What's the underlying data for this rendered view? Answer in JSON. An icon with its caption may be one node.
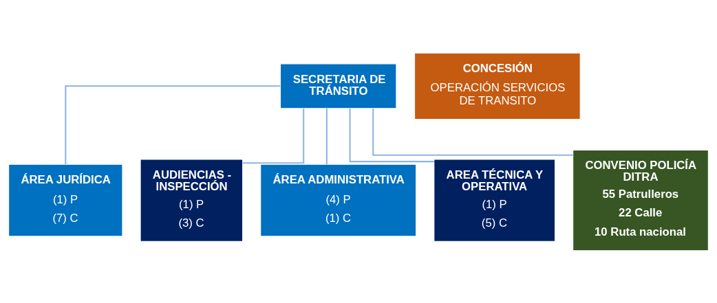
{
  "diagram": {
    "nodes": [
      {
        "text": [
          "SECRETARIA DE TRÁNSITO"
        ]
      },
      {
        "text": [
          "CONCESIÓN",
          "OPERACIÓN SERVICIOS DE TRANSITO"
        ]
      },
      {
        "text": [
          "ÁREA JURÍDICA",
          "(1) P",
          "(7) C"
        ]
      },
      {
        "text": [
          "AUDIENCIAS - INSPECCIÓN",
          "(1) P",
          "(3) C"
        ]
      },
      {
        "text": [
          "ÁREA ADMINISTRATIVA",
          "(4) P",
          "(1) C"
        ]
      },
      {
        "text": [
          "AREA TÉCNICA Y OPERATIVA",
          "(1) P",
          "(5) C"
        ]
      },
      {
        "text": [
          "CONVENIO POLICÍA DITRA",
          "55 Patrulleros",
          "22 Calle",
          "10 Ruta nacional"
        ]
      }
    ],
    "edges": [
      {
        "from": 0,
        "to": 2,
        "arrow": "none"
      },
      {
        "from": 0,
        "to": 3,
        "arrow": "none"
      },
      {
        "from": 0,
        "to": 4,
        "arrow": "none"
      },
      {
        "from": 0,
        "to": 5,
        "arrow": "none"
      },
      {
        "from": 0,
        "to": 6,
        "arrow": "none"
      }
    ]
  }
}
